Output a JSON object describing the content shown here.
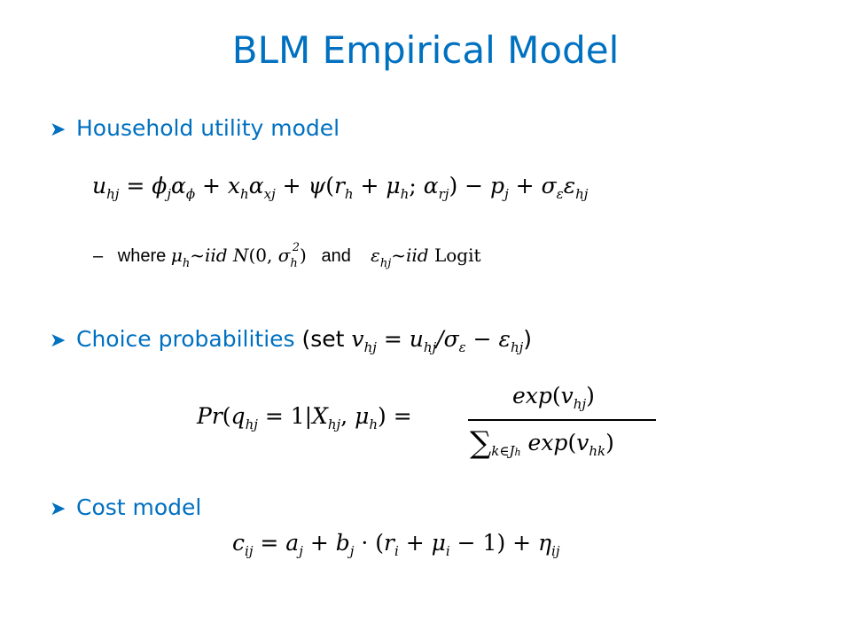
{
  "title": "BLM Empirical Model",
  "bullets": [
    {
      "label": "Household utility model"
    },
    {
      "label": "Choice probabilities",
      "suffix": "(set"
    },
    {
      "label": "Cost model"
    }
  ],
  "where_line": {
    "dash": "–",
    "where": "where",
    "and": "and",
    "logit": "Logit"
  },
  "colors": {
    "accent": "#0070c0",
    "text": "#000000"
  },
  "icons": [
    "arrow-bullet-icon"
  ]
}
